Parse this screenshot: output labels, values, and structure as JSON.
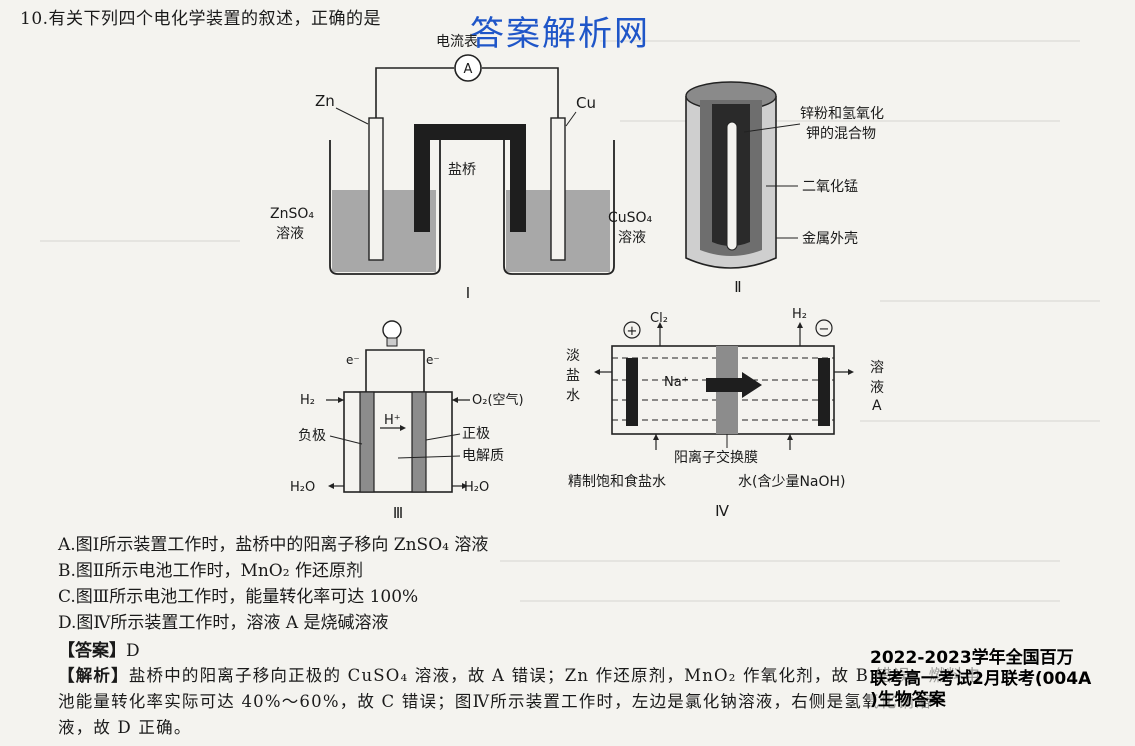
{
  "question": {
    "title": "10.有关下列四个电化学装置的叙述，正确的是"
  },
  "watermark": "答案解析网",
  "figures": {
    "fig1": {
      "ammeter_label": "电流表",
      "ammeter_symbol": "A",
      "left_electrode": "Zn",
      "right_electrode": "Cu",
      "salt_bridge": "盐桥",
      "left_solution_line1": "ZnSO₄",
      "left_solution_line2": "溶液",
      "right_solution_line1": "CuSO₄",
      "right_solution_line2": "溶液",
      "numeral": "Ⅰ"
    },
    "fig2": {
      "label1_line1": "锌粉和氢氧化",
      "label1_line2": "钾的混合物",
      "label2": "二氧化锰",
      "label3": "金属外壳",
      "numeral": "Ⅱ"
    },
    "fig3": {
      "electron_left": "e⁻",
      "electron_right": "e⁻",
      "h2": "H₂",
      "o2": "O₂(空气)",
      "proton": "H⁺",
      "anode": "负极",
      "cathode": "正极",
      "electrolyte": "电解质",
      "water_left": "H₂O",
      "water_right": "H₂O",
      "numeral": "Ⅲ"
    },
    "fig4": {
      "plus": "+",
      "minus": "−",
      "cl2": "Cl₂",
      "h2": "H₂",
      "left_out_1": "淡",
      "left_out_2": "盐",
      "left_out_3": "水",
      "right_out_1": "溶",
      "right_out_2": "液",
      "right_out_3": "A",
      "na_ion": "Na⁺",
      "membrane": "阳离子交换膜",
      "inlet_left": "精制饱和食盐水",
      "inlet_right": "水(含少量NaOH)",
      "numeral": "Ⅳ"
    }
  },
  "options": [
    "A.图Ⅰ所示装置工作时，盐桥中的阳离子移向 ZnSO₄ 溶液",
    "B.图Ⅱ所示电池工作时，MnO₂ 作还原剂",
    "C.图Ⅲ所示电池工作时，能量转化率可达 100%",
    "D.图Ⅳ所示装置工作时，溶液 A 是烧碱溶液"
  ],
  "answer": {
    "label": "【答案】",
    "value": "D"
  },
  "analysis": {
    "label": "【解析】",
    "line1": "盐桥中的阳离子移向正极的 CuSO₄ 溶液，故 A 错误；Zn 作还原剂，MnO₂ 作氧化剂，故 B 错误；燃料电",
    "line2": "池能量转化率实际可达 40%～60%，故 C 错误；图Ⅳ所示装置工作时，左边是氯化钠溶液，右侧是氢氧化钠溶",
    "line3": "液，故 D 正确。"
  },
  "stamp": {
    "line1": "2022-2023学年全国百万",
    "line2": "联考高一考试2月联考(004A",
    "line3": ")生物答案"
  },
  "colors": {
    "watermark": "#1f56c8",
    "solution": "#a8a8a8",
    "bridge": "#1e1e1e",
    "paper": "#f4f3ef"
  }
}
